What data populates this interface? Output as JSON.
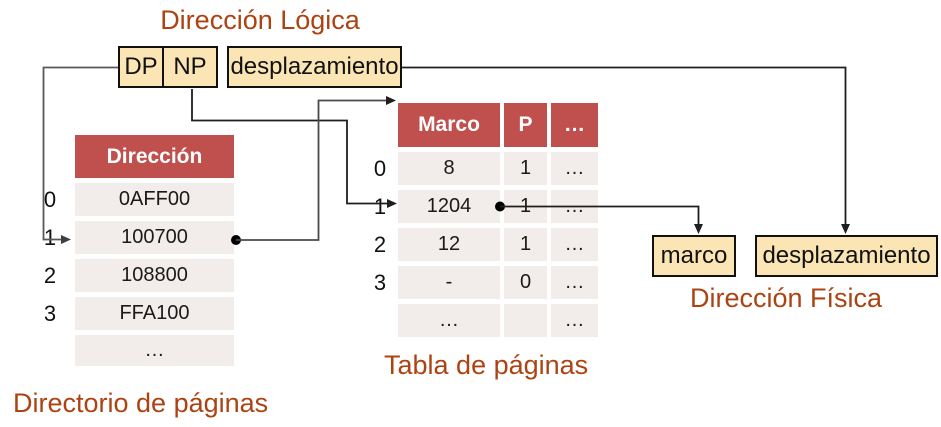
{
  "titles": {
    "logical_address": "Dirección Lógica",
    "physical_address": "Dirección Física",
    "directory_caption": "Directorio de páginas",
    "page_table_caption": "Tabla de páginas"
  },
  "logical_address_fields": {
    "dp": "DP",
    "np": "NP",
    "offset": "desplazamiento"
  },
  "physical_address_fields": {
    "frame": "marco",
    "offset": "desplazamiento"
  },
  "directory_table": {
    "header": "Dirección",
    "row_indices": [
      "0",
      "1",
      "2",
      "3"
    ],
    "rows": [
      "0AFF00",
      "100700",
      "108800",
      "FFA100",
      "…"
    ]
  },
  "page_table": {
    "headers": [
      "Marco",
      "P",
      "…"
    ],
    "row_indices": [
      "0",
      "1",
      "2",
      "3"
    ],
    "rows": [
      [
        "8",
        "1",
        "…"
      ],
      [
        "1204",
        "1",
        "…"
      ],
      [
        "12",
        "1",
        "…"
      ],
      [
        "-",
        "0",
        "…"
      ],
      [
        "…",
        "",
        "…"
      ]
    ]
  },
  "colors": {
    "table_header": "#C0504D",
    "table_row_bg": "#F2ECEB",
    "field_box_bg": "#FBE5B4",
    "caption_text": "#AC4313",
    "connector_dark": "#1f1f1f",
    "connector_grey": "#595959"
  }
}
